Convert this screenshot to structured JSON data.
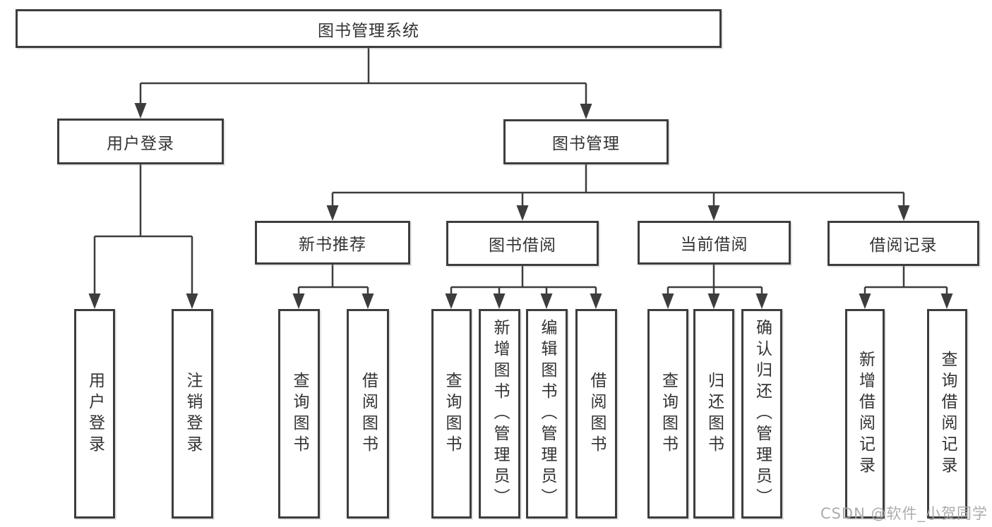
{
  "diagram": {
    "root": {
      "label": "图书管理系统"
    },
    "branches": [
      {
        "label": "用户登录",
        "leaves": [
          "用户登录",
          "注销登录"
        ]
      },
      {
        "label": "图书管理",
        "groups": [
          {
            "label": "新书推荐",
            "leaves": [
              "查询图书",
              "借阅图书"
            ]
          },
          {
            "label": "图书借阅",
            "leaves": [
              "查询图书",
              "新增图书（管理员）",
              "编辑图书（管理员）",
              "借阅图书"
            ]
          },
          {
            "label": "当前借阅",
            "leaves": [
              "查询图书",
              "归还图书",
              "确认归还（管理员）"
            ]
          },
          {
            "label": "借阅记录",
            "leaves": [
              "新增借阅记录",
              "查询借阅记录"
            ]
          }
        ]
      }
    ]
  },
  "watermark": "CSDN @软件_小贺同学",
  "colors": {
    "line": "#3d3d3d",
    "text": "#333333",
    "watermark": "#a8a8a8",
    "background": "#ffffff"
  }
}
